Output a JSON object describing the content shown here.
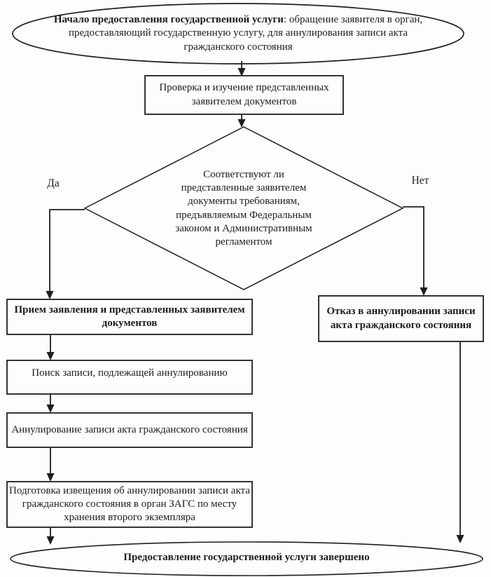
{
  "colors": {
    "ink": "#1e1e1c",
    "paper": "#fdfdfc"
  },
  "flowchart": {
    "start_bold": "Начало предоставления государственной услуги",
    "start_rest": ": обращение заявителя в орган, предоставляющий государственную услугу, для аннулирования записи акта гражданского состояния",
    "check_docs": "Проверка и изучение представленных заявителем документов",
    "decision": "Соответствуют ли представленные заявителем документы требованиям, предъявляемым Федеральным законом и Административным регламентом",
    "branch_yes": "Да",
    "branch_no": "Нет",
    "accept": "Прием заявления и представленных заявителем документов",
    "refuse": "Отказ в аннулировании записи акта гражданского состояния",
    "search": "Поиск записи, подлежащей аннулированию",
    "annul": "Аннулирование записи акта гражданского состояния",
    "notice": "Подготовка извещения об аннулировании записи акта гражданского состояния в орган ЗАГС по месту хранения второго экземпляра",
    "end": "Предоставление государственной услуги завершено"
  }
}
